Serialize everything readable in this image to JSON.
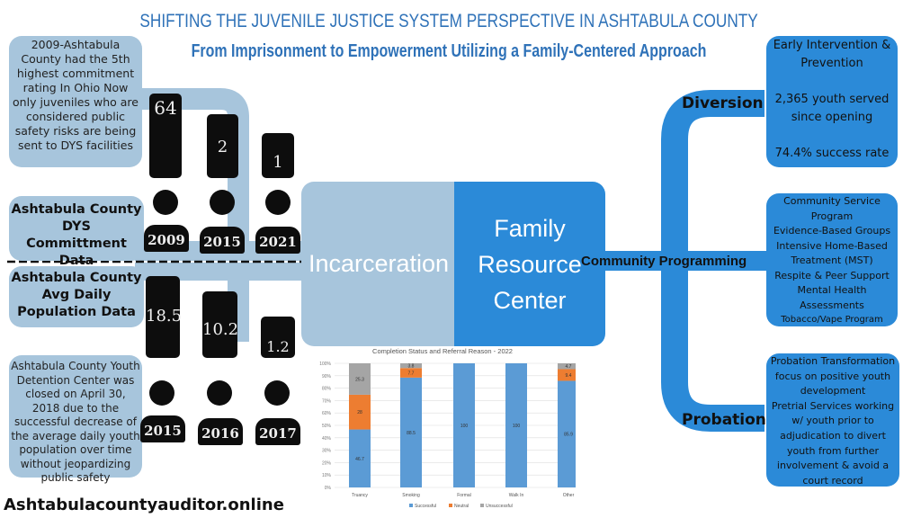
{
  "header": {
    "title": "SHIFTING THE JUVENILE JUSTICE SYSTEM PERSPECTIVE IN ASHTABULA COUNTY",
    "subtitle": "From Imprisonment to Empowerment Utilizing a Family-Centered Approach"
  },
  "left": {
    "top_note": "2009-Ashtabula County had the 5th highest commitment rating In Ohio Now only juveniles who are considered public safety risks are being sent to DYS facilities",
    "dys_label": "Ashtabula County DYS Committment Data",
    "adp_label": "Ashtabula County Avg Daily Population Data",
    "bottom_note": "Ashtabula County Youth Detention Center was closed on April 30, 2018 due to the successful decrease of the average daily youth population over time without jeopardizing public safety",
    "dys": [
      {
        "year": "2009",
        "value": "64"
      },
      {
        "year": "2015",
        "value": "2"
      },
      {
        "year": "2021",
        "value": "1"
      }
    ],
    "adp": [
      {
        "year": "2015",
        "value": "18.5"
      },
      {
        "year": "2016",
        "value": "10.2"
      },
      {
        "year": "2017",
        "value": "1.2"
      }
    ]
  },
  "center": {
    "incarceration": "Incarceration",
    "frc": "Family Resource Center"
  },
  "right": {
    "diversion": "Diversion",
    "community": "Community Programming",
    "probation": "Probation",
    "diversion_box": [
      "Early Intervention & Prevention",
      "2,365 youth served since opening",
      "74.4% success rate"
    ],
    "community_box": [
      "Community Service Program",
      "Evidence-Based Groups",
      "Intensive Home-Based Treatment (MST)",
      "Respite & Peer Support",
      "Mental Health Assessments",
      "Tobacco/Vape Program"
    ],
    "probation_box": [
      "Probation Transformation focus on positive youth development",
      "Pretrial Services working w/ youth prior to adjudication to divert youth from further involvement & avoid a court record"
    ]
  },
  "footer": "Ashtabulacountyauditor.online",
  "colors": {
    "light_blue": "#a7c5dc",
    "bright_blue": "#2b8ad8",
    "title": "#2f72b8",
    "successful": "#5b9bd5",
    "neutral": "#ed7d31",
    "unsuccessful": "#a5a5a5"
  },
  "chart_data": {
    "type": "bar",
    "stacked": true,
    "title": "Completion Status and Referral Reason - 2022",
    "categories": [
      "Truancy",
      "Smoking",
      "Formal",
      "Walk In",
      "Other"
    ],
    "series": [
      {
        "name": "Successful",
        "values": [
          46.7,
          88.5,
          100,
          100,
          85.9
        ]
      },
      {
        "name": "Neutral",
        "values": [
          28,
          7.7,
          0,
          0,
          9.4
        ]
      },
      {
        "name": "Unsuccessful",
        "values": [
          25.3,
          3.8,
          0,
          0,
          4.7
        ]
      }
    ],
    "labels": [
      [
        "46.7",
        "88.5",
        "100",
        "100",
        "85.9"
      ],
      [
        "28",
        "7.7",
        "",
        "",
        "9.4"
      ],
      [
        "25.3",
        "3.8",
        "",
        "",
        "4.7"
      ]
    ],
    "yticks": [
      "0%",
      "10%",
      "20%",
      "30%",
      "40%",
      "50%",
      "60%",
      "70%",
      "80%",
      "90%",
      "100%"
    ],
    "ylim": [
      0,
      100
    ],
    "legend": "bottom"
  }
}
